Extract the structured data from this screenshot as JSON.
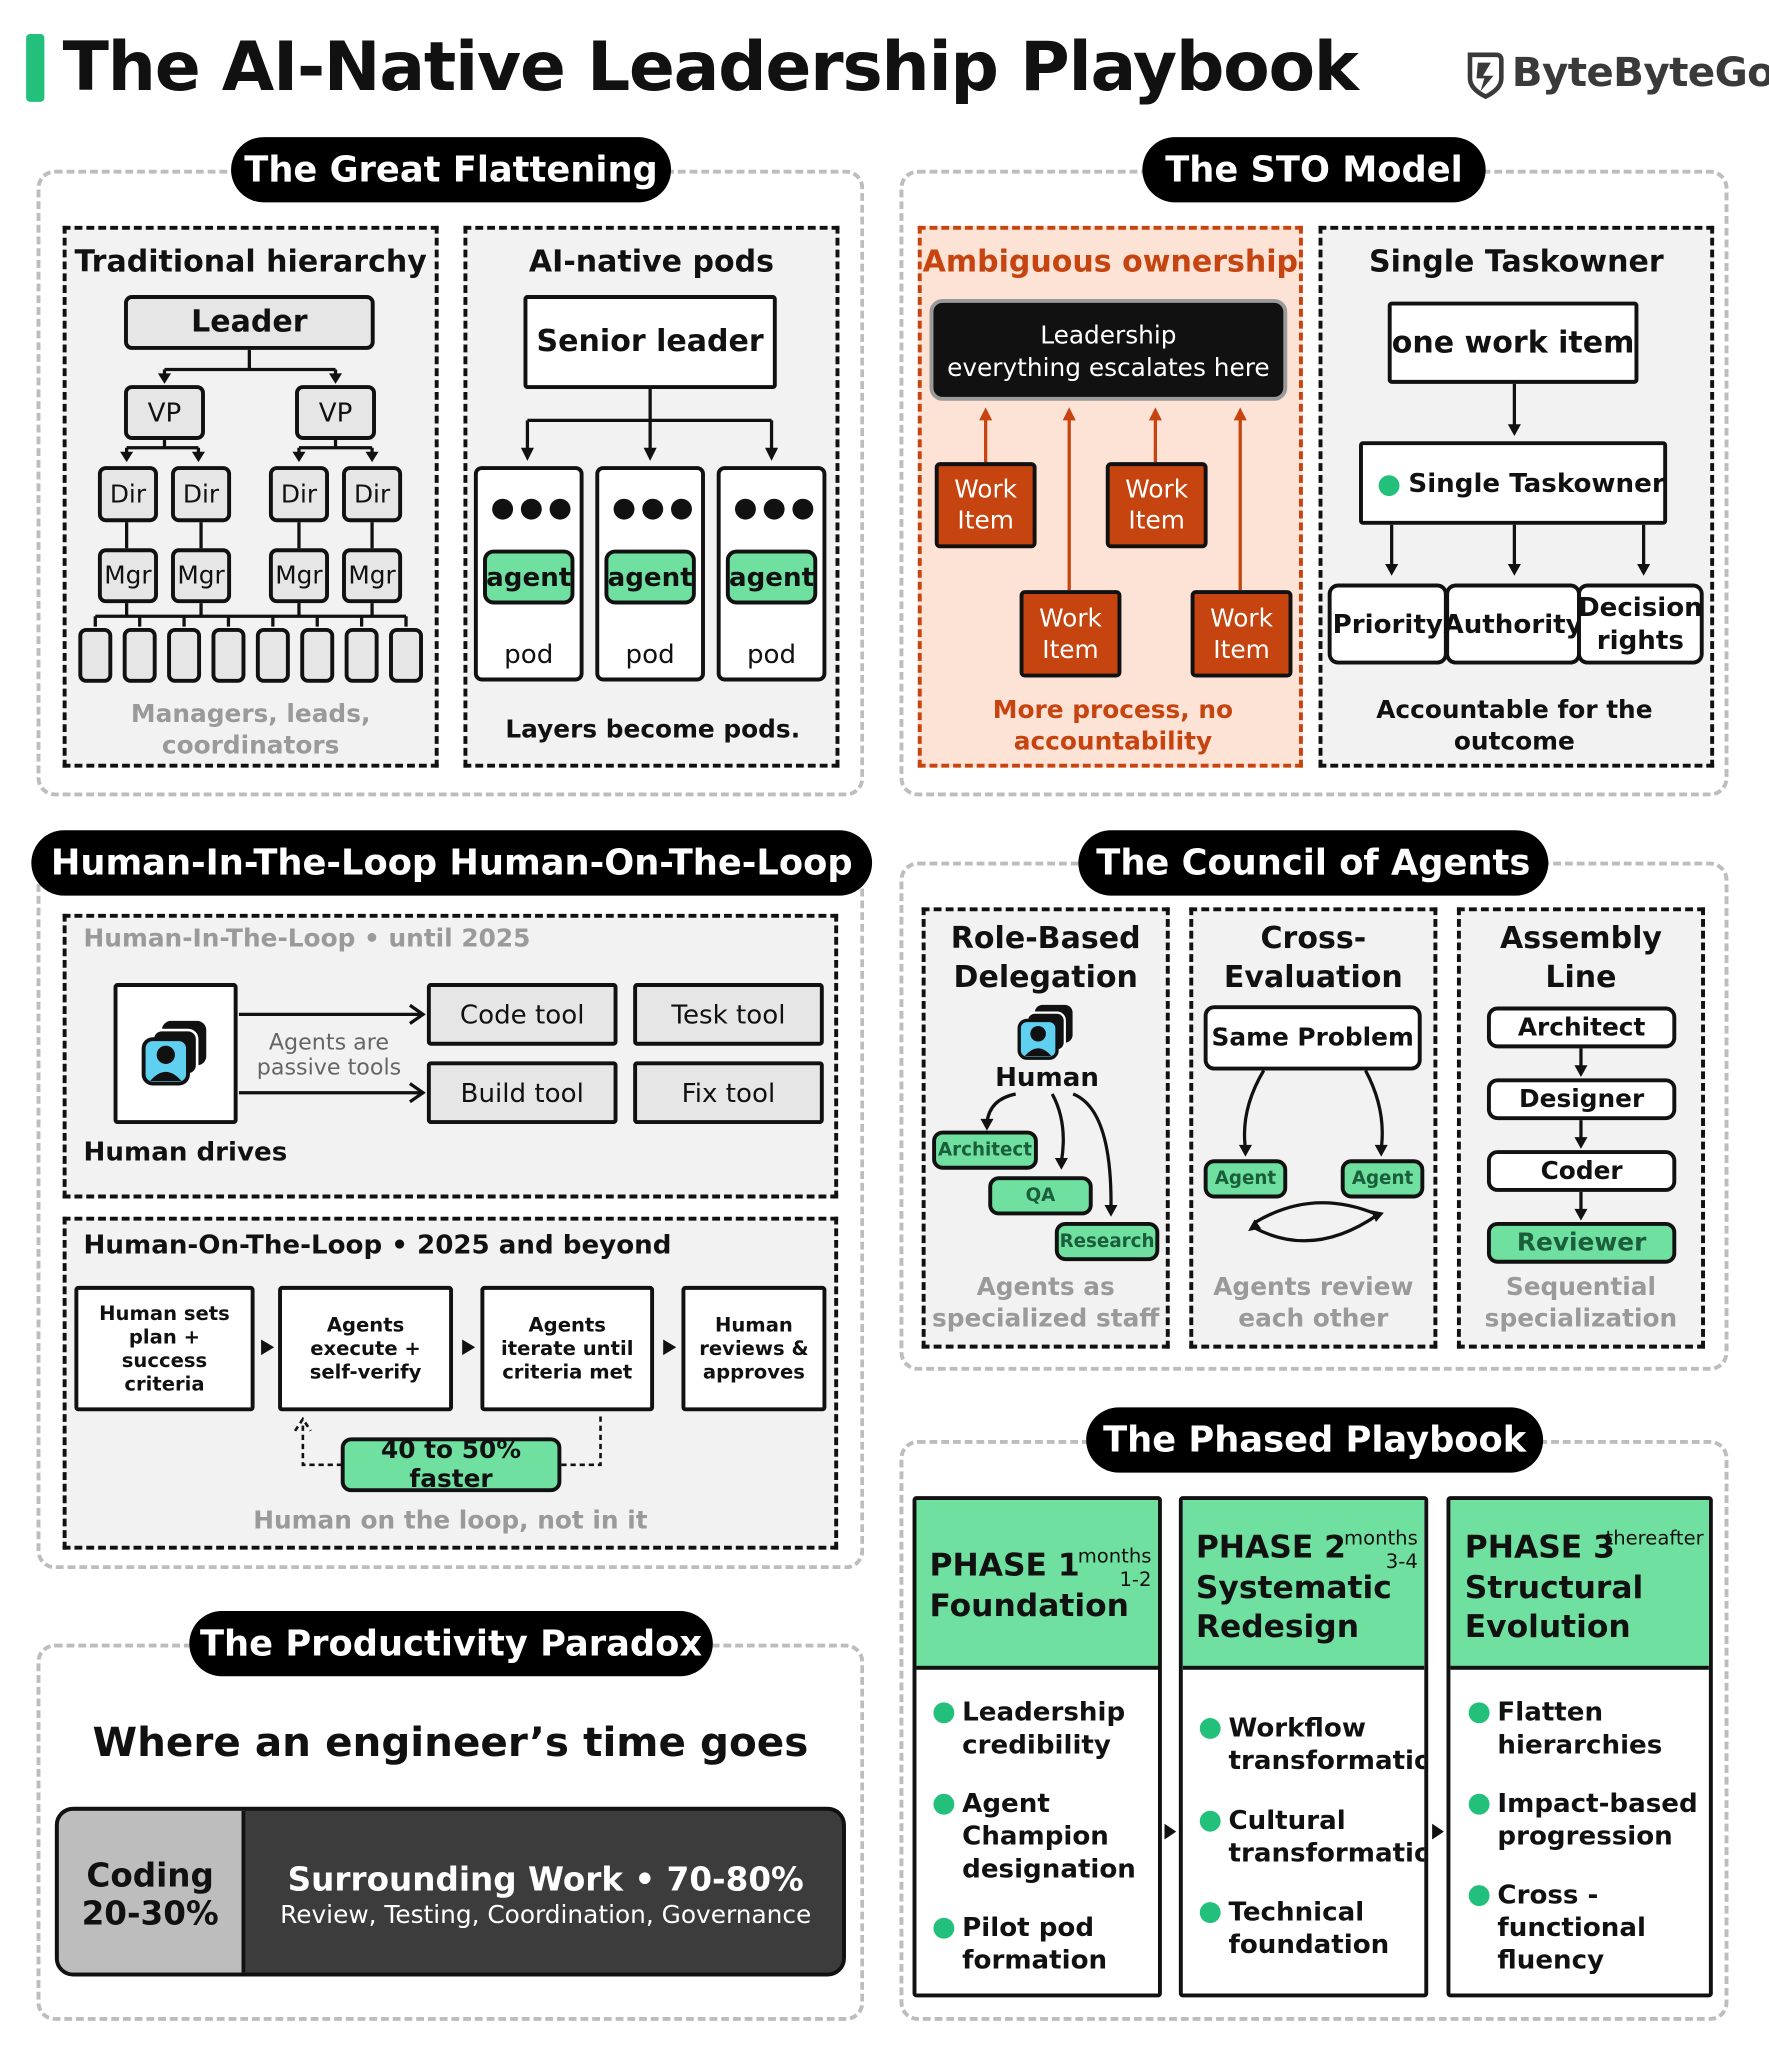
{
  "header": {
    "title": "The AI-Native Leadership Playbook",
    "brand": "ByteByteGo"
  },
  "flattening": {
    "title": "The Great Flattening",
    "traditional": {
      "title": "Traditional hierarchy",
      "leader": "Leader",
      "vp": "VP",
      "dir": "Dir",
      "mgr": "Mgr",
      "caption": "Managers, leads, coordinators"
    },
    "pods": {
      "title": "AI-native pods",
      "senior": "Senior leader",
      "agent": "agent",
      "pod": "pod",
      "caption": "Layers become pods."
    }
  },
  "sto": {
    "title": "The STO Model",
    "ambiguous": {
      "title": "Ambiguous ownership",
      "leadership_line1": "Leadership",
      "leadership_line2": "everything escalates here",
      "work_item": "Work Item",
      "caption": "More process, no accountability"
    },
    "single": {
      "title": "Single Taskowner",
      "work": "one work item",
      "owner": "Single Taskowner",
      "rights": [
        "Priority",
        "Authority",
        "Decision rights"
      ],
      "caption": "Accountable for the outcome"
    }
  },
  "loop": {
    "title": "Human-In-The-Loop Human-On-The-Loop",
    "in": {
      "title": "Human-In-The-Loop • until 2025",
      "tools": [
        "Code tool",
        "Tesk tool",
        "Build tool",
        "Fix tool"
      ],
      "arrow_label": "Agents are passive tools",
      "human": "Human drives"
    },
    "on": {
      "title": "Human-On-The-Loop • 2025 and beyond",
      "steps": [
        "Human sets plan + success criteria",
        "Agents execute + self-verify",
        "Agents iterate until criteria met",
        "Human reviews & approves"
      ],
      "faster": "40 to 50% faster",
      "caption": "Human on the loop, not in it"
    }
  },
  "council": {
    "title": "The Council of Agents",
    "role": {
      "title": "Role-Based Delegation",
      "human": "Human",
      "roles": [
        "Architect",
        "QA",
        "Research"
      ],
      "caption": "Agents as specialized staff"
    },
    "cross": {
      "title": "Cross-Evaluation",
      "problem": "Same Problem",
      "agent": "Agent",
      "caption": "Agents review each other"
    },
    "assembly": {
      "title": "Assembly Line",
      "steps": [
        "Architect",
        "Designer",
        "Coder",
        "Reviewer"
      ],
      "caption": "Sequential specialization"
    }
  },
  "paradox": {
    "title": "The Productivity Paradox",
    "heading": "Where an engineer’s time goes",
    "coding_label": "Coding",
    "coding_pct": "20-30%",
    "coding_share": 0.25,
    "surround_title": "Surrounding Work • 70-80%",
    "surround_detail": "Review, Testing, Coordination, Governance"
  },
  "phased": {
    "title": "The Phased Playbook",
    "phases": [
      {
        "label": "PHASE 1",
        "when": "months 1-2",
        "name": "Foundation",
        "items": [
          "Leadership credibility",
          "Agent Champion designation",
          "Pilot pod formation"
        ]
      },
      {
        "label": "PHASE 2",
        "when": "months 3-4",
        "name": "Systematic Redesign",
        "items": [
          "Workflow transformation",
          "Cultural transformation",
          "Technical foundation"
        ]
      },
      {
        "label": "PHASE 3",
        "when": "thereafter",
        "name": "Structural Evolution",
        "items": [
          "Flatten hierarchies",
          "Impact-based progression",
          "Cross -functional fluency"
        ]
      }
    ]
  },
  "colors": {
    "green": "#6fe0a0",
    "accent": "#22c07a",
    "red": "#c6440f",
    "dark": "#3c3c3c"
  }
}
